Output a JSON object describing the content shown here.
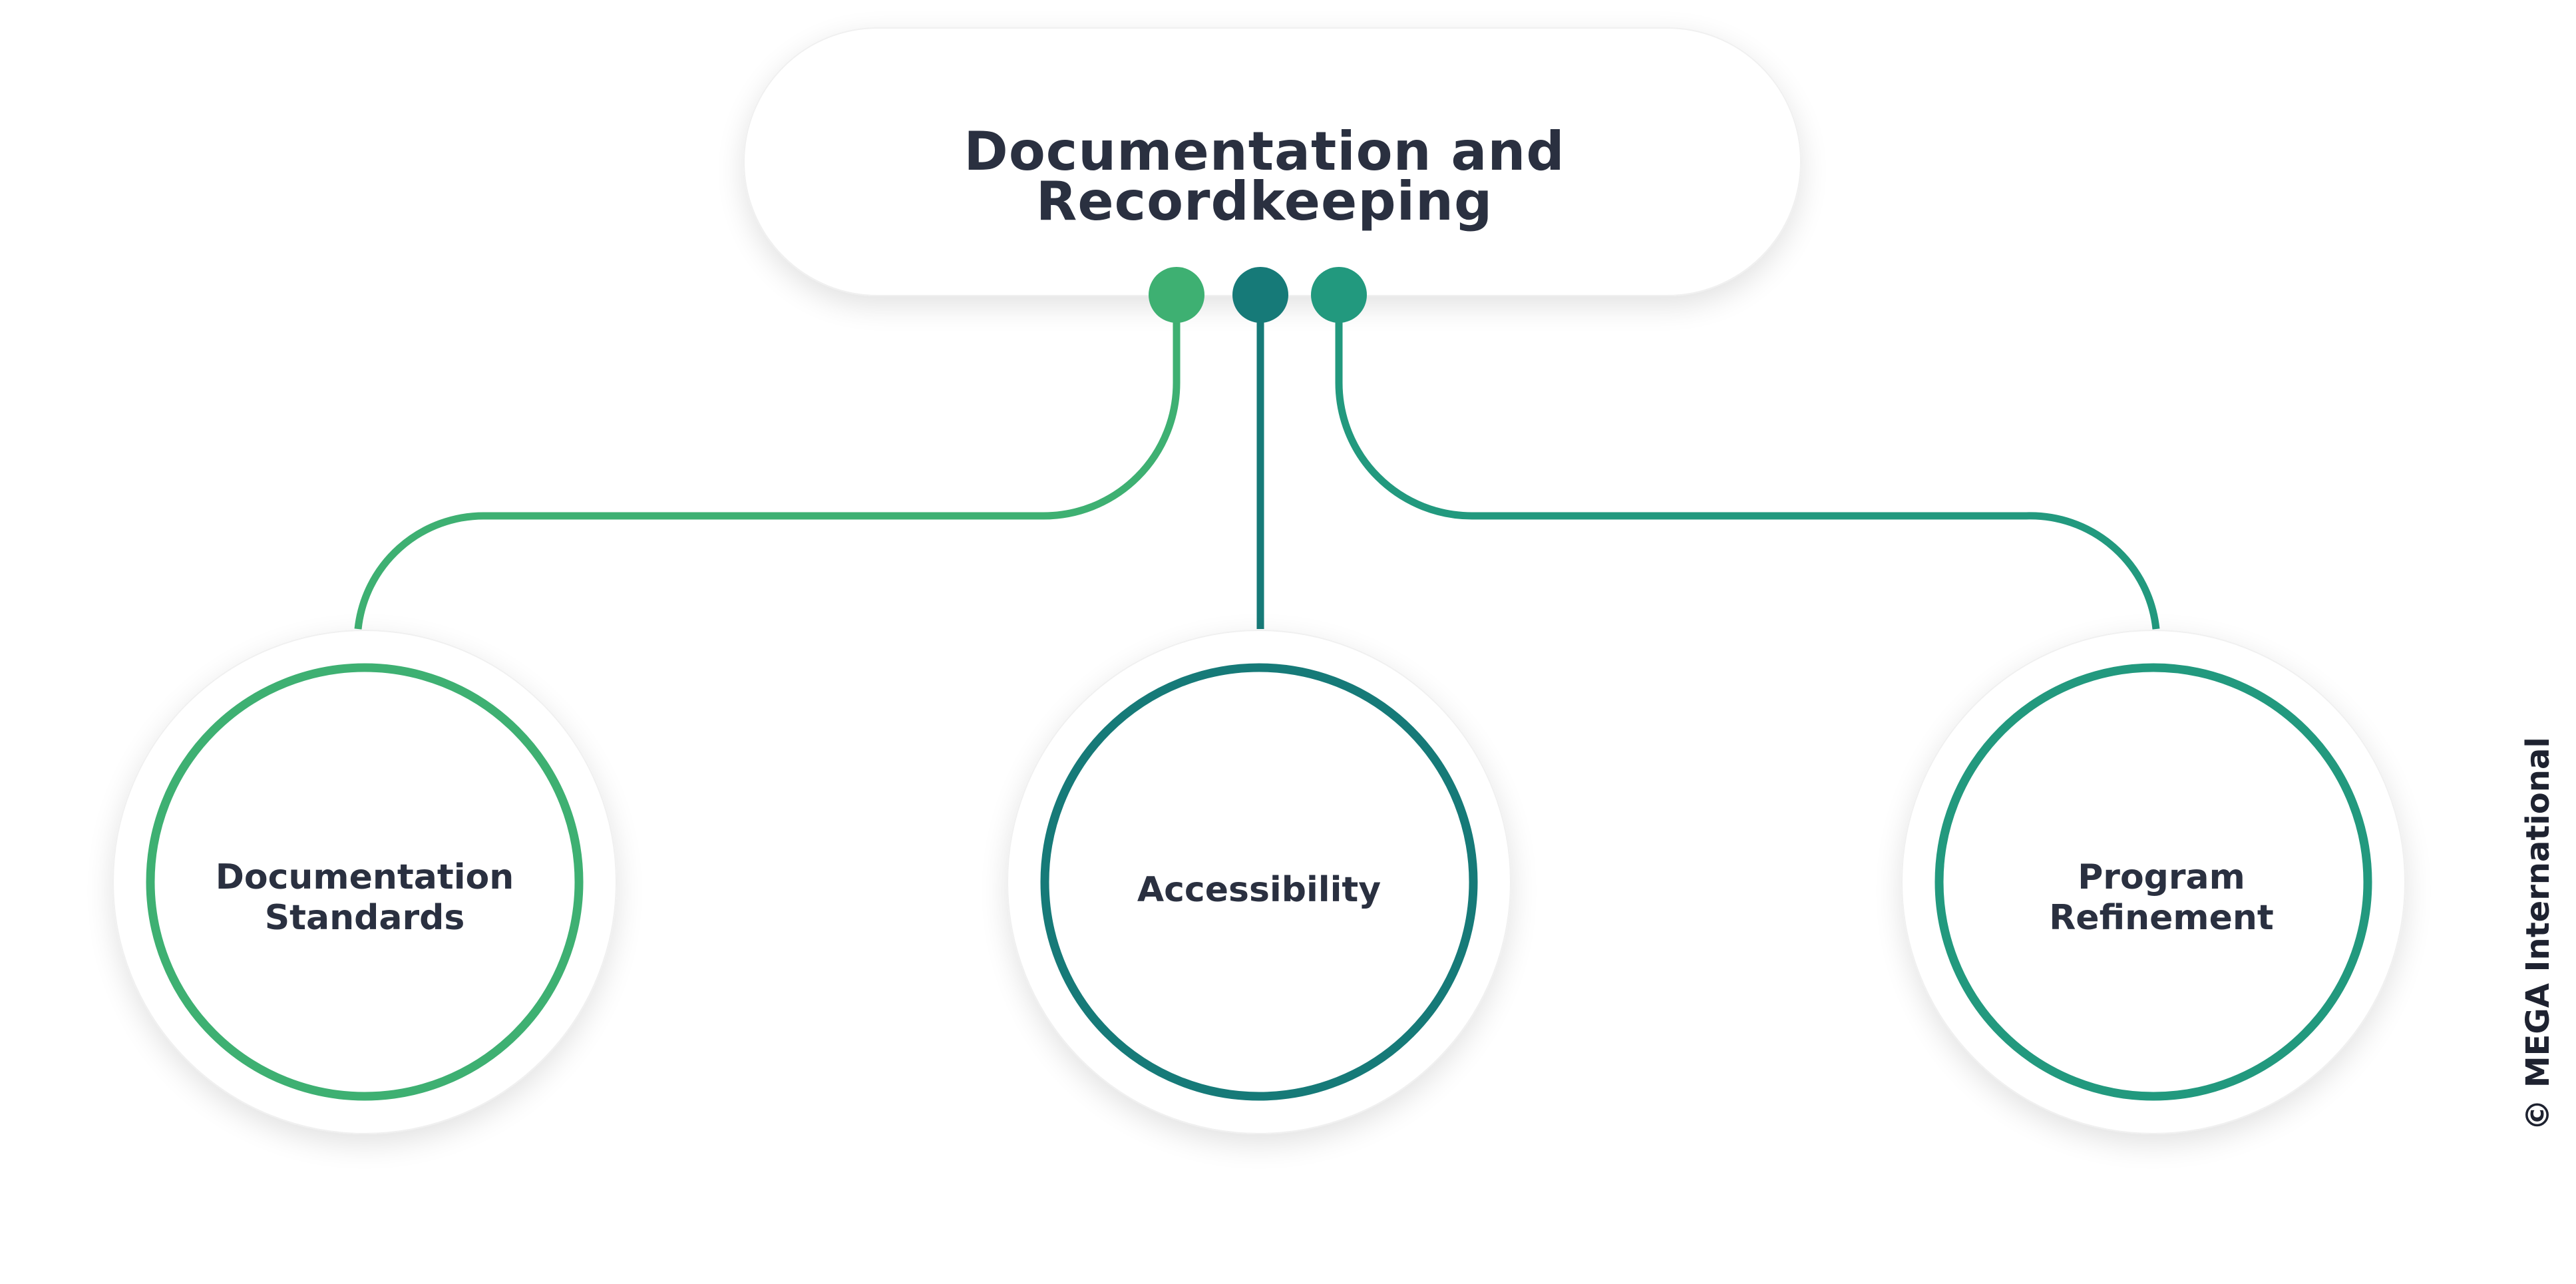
{
  "title": {
    "line1": "Documentation and",
    "line2": "Recordkeeping"
  },
  "nodes": [
    {
      "line1": "Documentation",
      "line2": "Standards",
      "color": "#3eb072"
    },
    {
      "line1": "Accessibility",
      "line2": "",
      "color": "#167a78"
    },
    {
      "line1": "Program",
      "line2": "Refinement",
      "color": "#22997e"
    }
  ],
  "copyright": "© MEGA International"
}
